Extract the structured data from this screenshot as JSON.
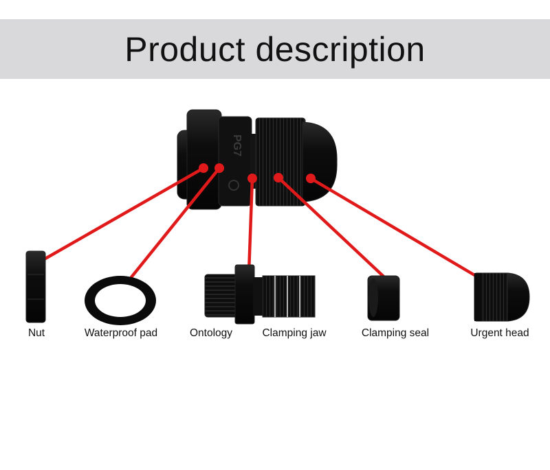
{
  "header": {
    "title": "Product description"
  },
  "assembly": {
    "marking": "PG7"
  },
  "parts": [
    {
      "id": "nut",
      "label": "Nut"
    },
    {
      "id": "waterproof-pad",
      "label": "Waterproof pad"
    },
    {
      "id": "ontology",
      "label": "Ontology"
    },
    {
      "id": "clamping-jaw",
      "label": "Clamping jaw"
    },
    {
      "id": "clamping-seal",
      "label": "Clamping seal"
    },
    {
      "id": "urgent-head",
      "label": "Urgent head"
    }
  ],
  "colors": {
    "banner": "#d9d9db",
    "leader": "#e01a1a",
    "part": "#0d0d0d"
  }
}
